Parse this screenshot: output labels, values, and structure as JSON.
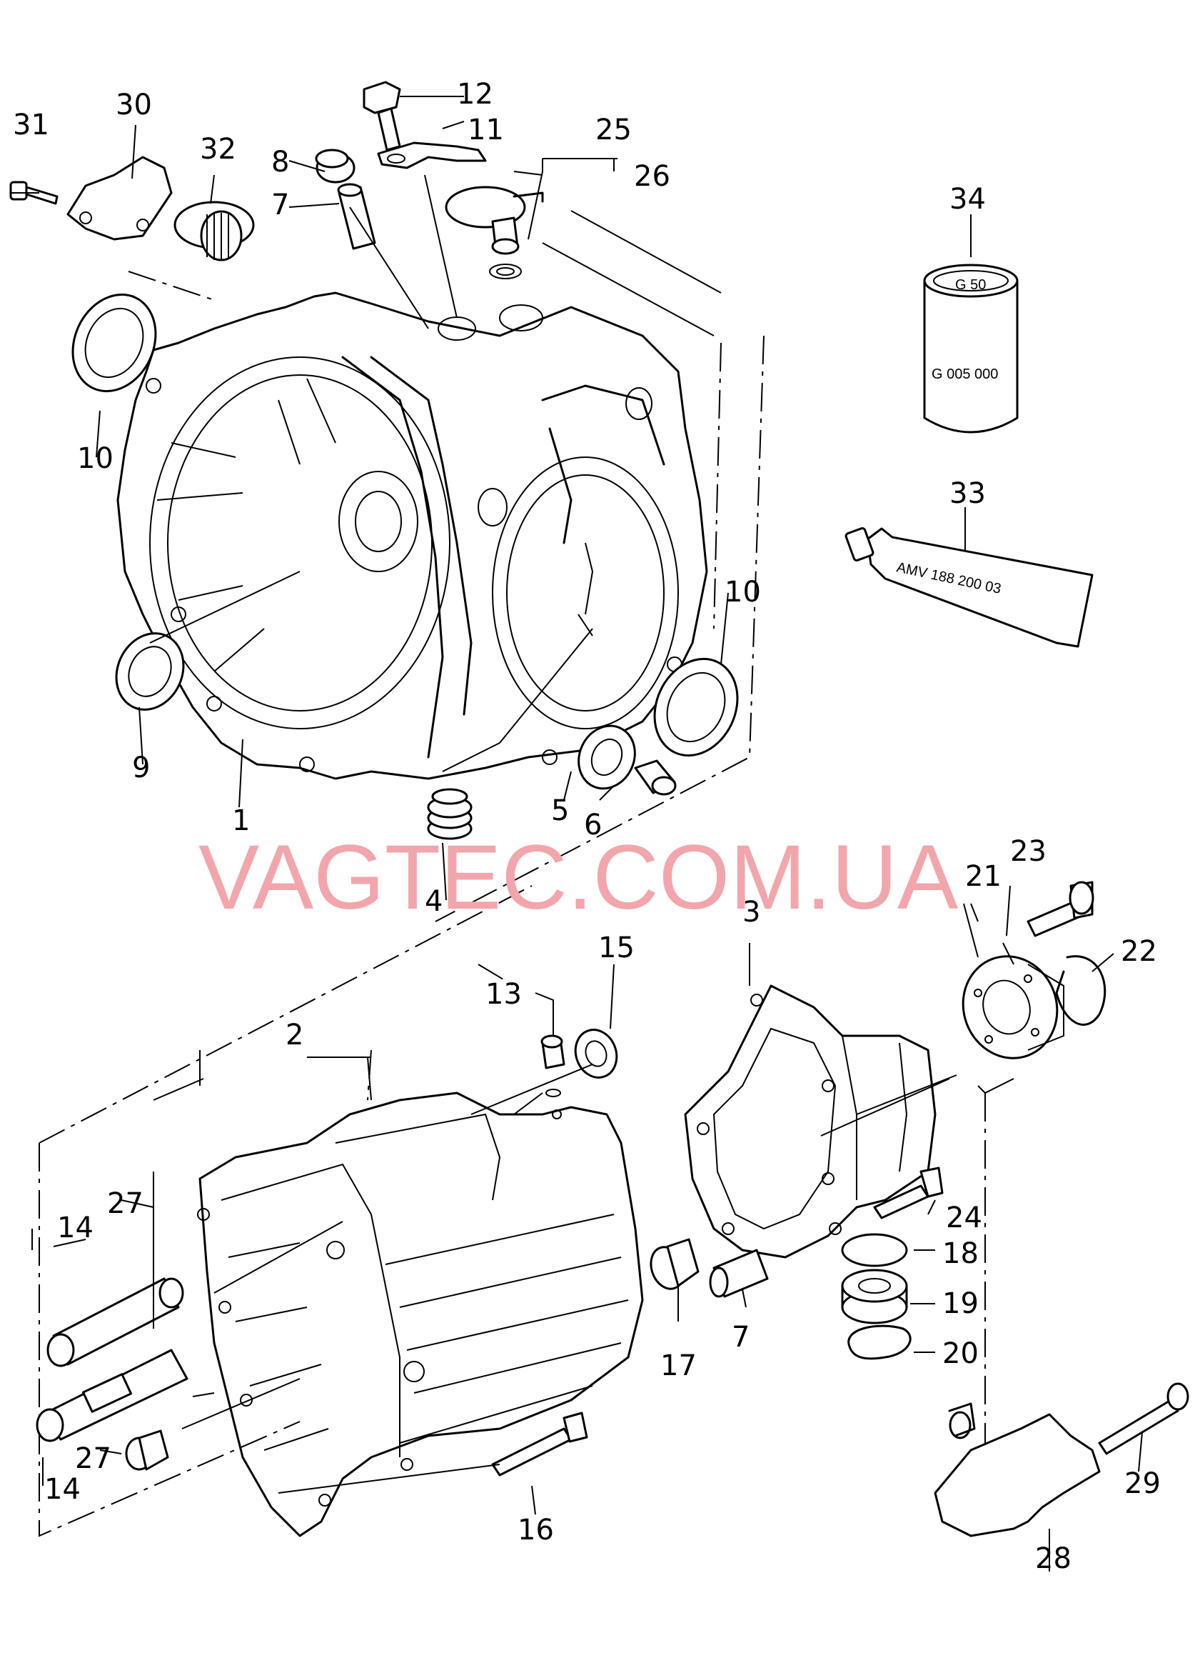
{
  "watermark": "VAGTEC.COM.UA",
  "labels": {
    "grease_tube": "AMV 188 200 03",
    "oil_can_top": "G 50",
    "oil_can_bottom": "G 005 000"
  },
  "callouts": [
    {
      "id": "c1",
      "text": "1"
    },
    {
      "id": "c2",
      "text": "2"
    },
    {
      "id": "c3",
      "text": "3"
    },
    {
      "id": "c4",
      "text": "4"
    },
    {
      "id": "c5",
      "text": "5"
    },
    {
      "id": "c6",
      "text": "6"
    },
    {
      "id": "c7a",
      "text": "7"
    },
    {
      "id": "c7b",
      "text": "7"
    },
    {
      "id": "c8",
      "text": "8"
    },
    {
      "id": "c9",
      "text": "9"
    },
    {
      "id": "c10a",
      "text": "10"
    },
    {
      "id": "c10b",
      "text": "10"
    },
    {
      "id": "c11",
      "text": "11"
    },
    {
      "id": "c12",
      "text": "12"
    },
    {
      "id": "c13",
      "text": "13"
    },
    {
      "id": "c14a",
      "text": "14"
    },
    {
      "id": "c14b",
      "text": "14"
    },
    {
      "id": "c15",
      "text": "15"
    },
    {
      "id": "c16",
      "text": "16"
    },
    {
      "id": "c17",
      "text": "17"
    },
    {
      "id": "c18",
      "text": "18"
    },
    {
      "id": "c19",
      "text": "19"
    },
    {
      "id": "c20",
      "text": "20"
    },
    {
      "id": "c21",
      "text": "21"
    },
    {
      "id": "c22",
      "text": "22"
    },
    {
      "id": "c23",
      "text": "23"
    },
    {
      "id": "c24",
      "text": "24"
    },
    {
      "id": "c25",
      "text": "25"
    },
    {
      "id": "c26",
      "text": "26"
    },
    {
      "id": "c27a",
      "text": "27"
    },
    {
      "id": "c27b",
      "text": "27"
    },
    {
      "id": "c28",
      "text": "28"
    },
    {
      "id": "c29",
      "text": "29"
    },
    {
      "id": "c30",
      "text": "30"
    },
    {
      "id": "c31",
      "text": "31"
    },
    {
      "id": "c32",
      "text": "32"
    },
    {
      "id": "c33",
      "text": "33"
    },
    {
      "id": "c34",
      "text": "34"
    }
  ]
}
